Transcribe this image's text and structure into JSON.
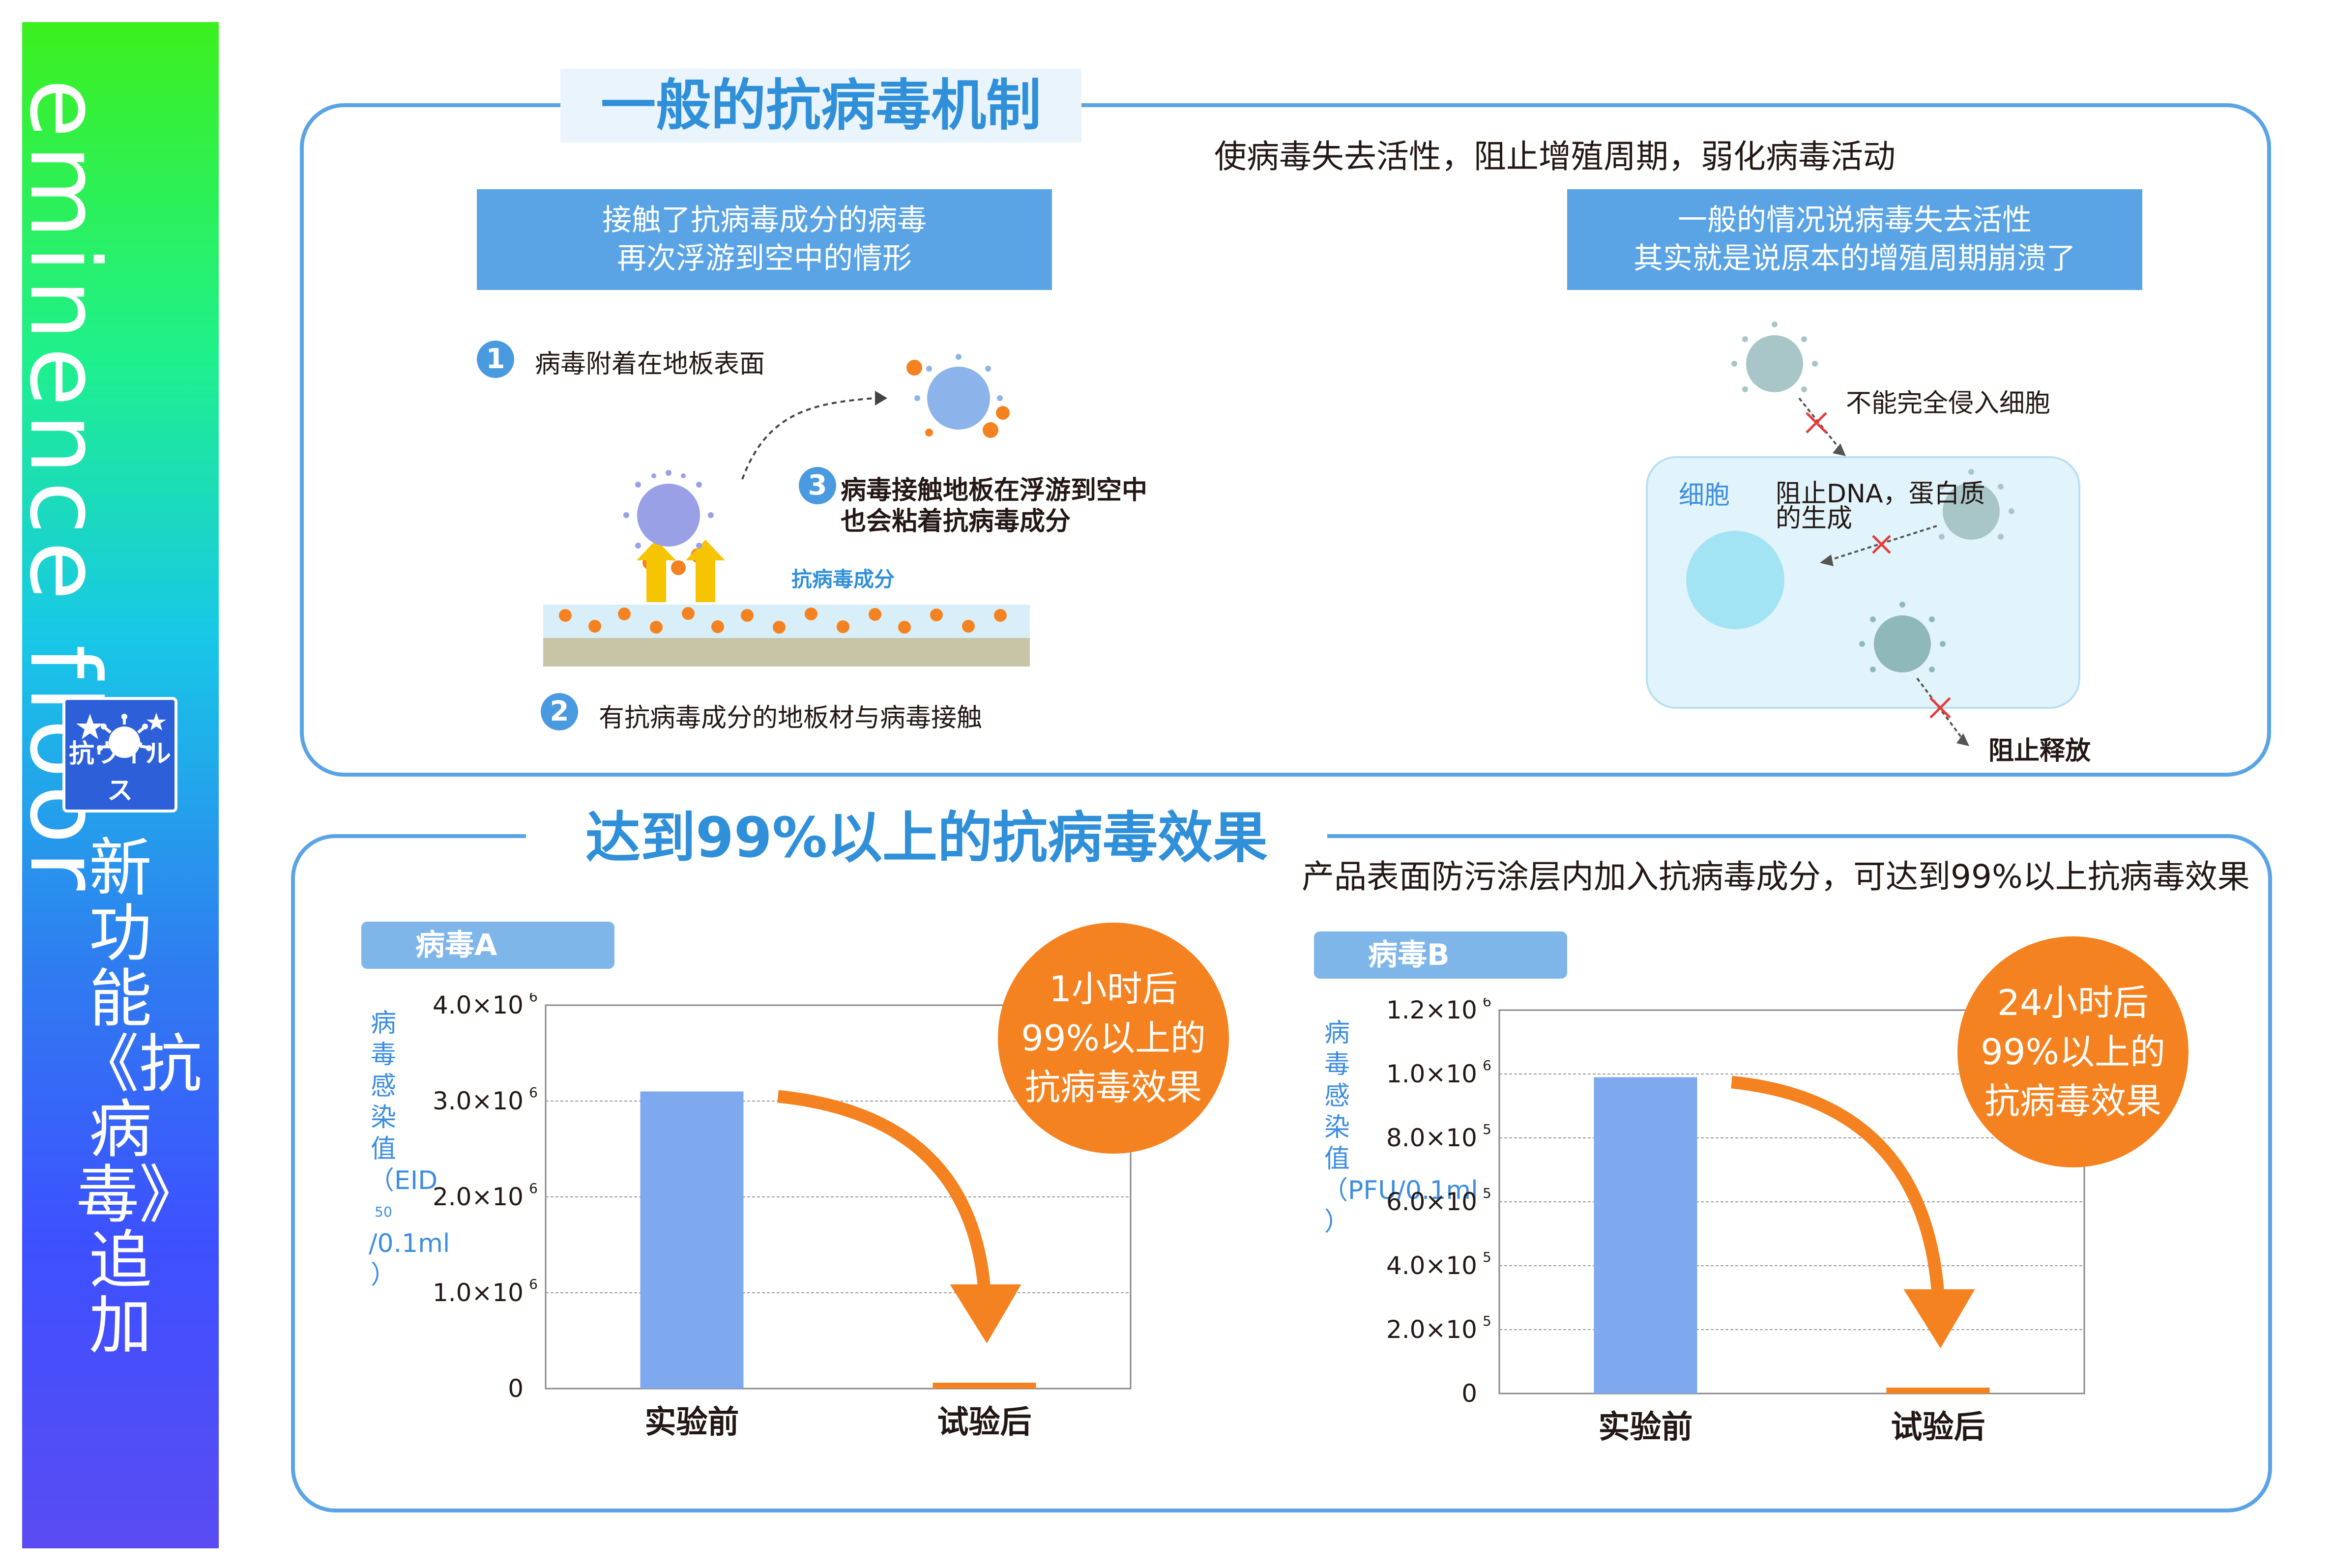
{
  "brand": "eminence floor",
  "badge_label": "抗ウイルス",
  "tagline": "新功能《抗病毒》追加",
  "section1": {
    "title": "一般的抗病毒机制",
    "subtitle": "使病毒失去活性，阻止增殖周期，弱化病毒活动",
    "box_left": [
      "接触了抗病毒成分的病毒",
      "再次浮游到空中的情形"
    ],
    "box_right": [
      "一般的情况说病毒失去活性",
      "其实就是说原本的增殖周期崩溃了"
    ],
    "step1": "病毒附着在地板表面",
    "step2": "有抗病毒成分的地板材与病毒接触",
    "step3_line1": "病毒接触地板在浮游到空中",
    "step3_line2": "也会粘着抗病毒成分",
    "component_label": "抗病毒成分",
    "cannot_invade": "不能完全侵入细胞",
    "cell_label": "细胞",
    "block_dna_line1": "阻止DNA，蛋白质",
    "block_dna_line2": "的生成",
    "block_release": "阻止释放",
    "num1": "1",
    "num2": "2",
    "num3": "3"
  },
  "section2": {
    "title": "达到99%以上的抗病毒效果",
    "subtitle": "产品表面防污涂层内加入抗病毒成分，可达到99%以上抗病毒效果"
  },
  "chart_data": [
    {
      "type": "bar",
      "tab": "病毒A",
      "ylabel": "病毒感染值（EID",
      "ylabel_sub": "50",
      "ylabel_end": "/0.1ml ）",
      "categories": [
        "实验前",
        "试验后"
      ],
      "values": [
        3100000,
        30000
      ],
      "ylim": [
        0,
        4000000
      ],
      "ticks": [
        {
          "v": 4000000,
          "base": "4.0×10",
          "exp": "6"
        },
        {
          "v": 3000000,
          "base": "3.0×10",
          "exp": "6"
        },
        {
          "v": 2000000,
          "base": "2.0×10",
          "exp": "6"
        },
        {
          "v": 1000000,
          "base": "1.0×10",
          "exp": "6"
        },
        {
          "v": 0,
          "base": "0",
          "exp": ""
        }
      ],
      "bubble": [
        "1小时后",
        "99%以上的",
        "抗病毒效果"
      ],
      "colors": {
        "before": "#7ea9ee",
        "after": "#f58220"
      }
    },
    {
      "type": "bar",
      "tab": "病毒B",
      "ylabel": "病毒感染值（PFU/0.1ml ）",
      "ylabel_sub": "",
      "ylabel_end": "",
      "categories": [
        "实验前",
        "试验后"
      ],
      "values": [
        990000,
        10000
      ],
      "ylim": [
        0,
        1200000
      ],
      "ticks": [
        {
          "v": 1200000,
          "base": "1.2×10",
          "exp": "6"
        },
        {
          "v": 1000000,
          "base": "1.0×10",
          "exp": "6"
        },
        {
          "v": 800000,
          "base": "8.0×10",
          "exp": "5"
        },
        {
          "v": 600000,
          "base": "6.0×10",
          "exp": "5"
        },
        {
          "v": 400000,
          "base": "4.0×10",
          "exp": "5"
        },
        {
          "v": 200000,
          "base": "2.0×10",
          "exp": "5"
        },
        {
          "v": 0,
          "base": "0",
          "exp": ""
        }
      ],
      "bubble": [
        "24小时后",
        "99%以上的",
        "抗病毒效果"
      ],
      "colors": {
        "before": "#7ea9ee",
        "after": "#f58220"
      }
    }
  ]
}
